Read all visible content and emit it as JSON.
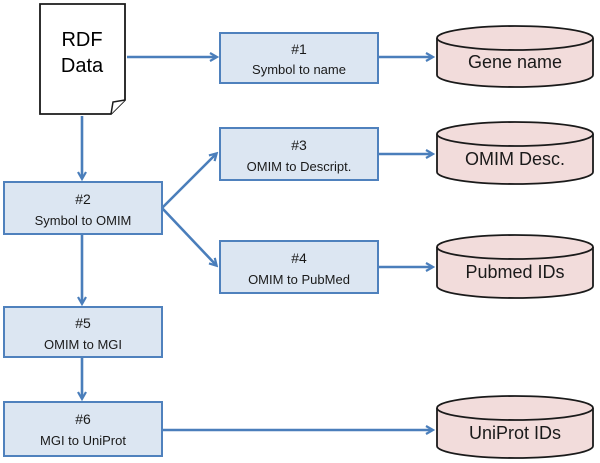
{
  "document": {
    "line1": "RDF",
    "line2": "Data"
  },
  "steps": [
    {
      "number": "#1",
      "label": "Symbol to name"
    },
    {
      "number": "#2",
      "label": "Symbol to OMIM"
    },
    {
      "number": "#3",
      "label": "OMIM to Descript."
    },
    {
      "number": "#4",
      "label": "OMIM to PubMed"
    },
    {
      "number": "#5",
      "label": "OMIM to MGI"
    },
    {
      "number": "#6",
      "label": "MGI to UniProt"
    }
  ],
  "outputs": [
    {
      "label": "Gene name"
    },
    {
      "label": "OMIM Desc."
    },
    {
      "label": "Pubmed IDs"
    },
    {
      "label": "UniProt IDs"
    }
  ],
  "colors": {
    "box_fill": "#dce6f2",
    "box_stroke": "#4f81bd",
    "db_fill": "#f2dcdb",
    "db_stroke": "#1a1a1a",
    "arrow": "#4a7ebb"
  }
}
